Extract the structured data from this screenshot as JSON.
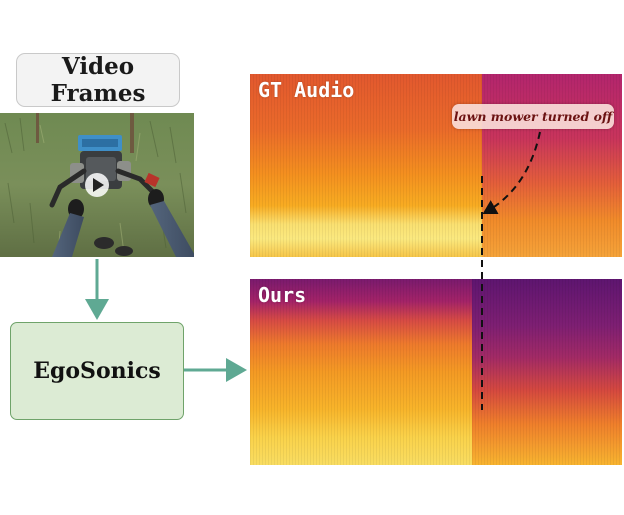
{
  "video_frames_label": "Video\nFrames",
  "model_label": "EgoSonics",
  "gt_label": "GT Audio",
  "ours_label": "Ours",
  "annotation": "lawn mower turned off",
  "icons": {
    "play": "play-icon"
  },
  "colors": {
    "arrow": "#5fa993",
    "model_fill": "#dcebd4",
    "model_border": "#6fa36a",
    "annotation_text": "#6b1212"
  }
}
